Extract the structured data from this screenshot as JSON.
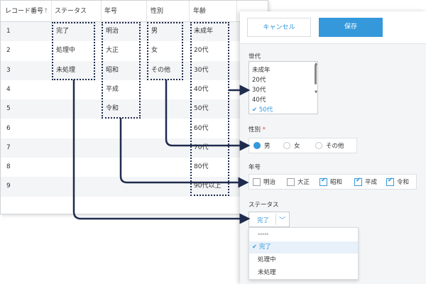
{
  "table": {
    "headers": [
      "レコード番号",
      "ステータス",
      "年号",
      "性別",
      "年齢"
    ],
    "sort_arrow": "↑",
    "row_numbers": [
      "1",
      "2",
      "3",
      "4",
      "5",
      "6",
      "7",
      "8",
      "9"
    ],
    "status_values": [
      "完了",
      "処理中",
      "未処理"
    ],
    "era_values": [
      "明治",
      "大正",
      "昭和",
      "平成",
      "令和"
    ],
    "gender_values": [
      "男",
      "女",
      "その他"
    ],
    "age_values": [
      "未成年",
      "20代",
      "30代",
      "40代",
      "50代",
      "60代",
      "70代",
      "80代",
      "90代以上"
    ]
  },
  "panel": {
    "cancel_label": "キャンセル",
    "save_label": "保存",
    "age_field": {
      "label": "世代",
      "options": [
        "未成年",
        "20代",
        "30代",
        "40代",
        "50代"
      ],
      "selected": "50代"
    },
    "gender_field": {
      "label": "性別",
      "required_mark": "*",
      "options": [
        "男",
        "女",
        "その他"
      ],
      "selected": "男"
    },
    "era_field": {
      "label": "年号",
      "options": [
        "明治",
        "大正",
        "昭和",
        "平成",
        "令和"
      ],
      "checked": [
        false,
        false,
        true,
        true,
        true
      ]
    },
    "status_field": {
      "label": "ステータス",
      "selected_value": "完了",
      "dropdown_options": [
        "-----",
        "完了",
        "処理中",
        "未処理"
      ],
      "active_option": "完了"
    }
  },
  "colors": {
    "accent": "#3498db",
    "connector": "#1f2b4d",
    "required": "#e74c3c"
  },
  "icons": {
    "check": "check-icon",
    "chevron": "chevron-down-icon"
  }
}
